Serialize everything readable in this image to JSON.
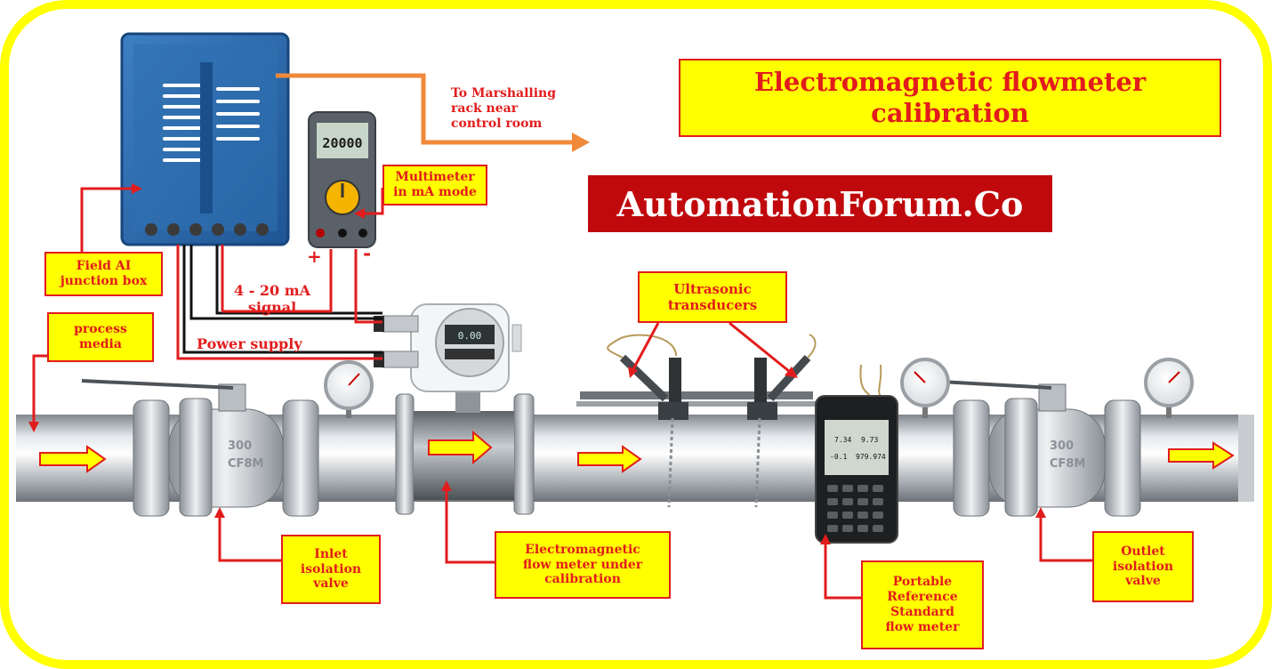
{
  "title": "Electromagnetic flowmeter calibration",
  "brand": "AutomationForum.Co",
  "colors": {
    "border": "#ffff00",
    "callout_fill": "#ffff00",
    "callout_text": "#e21c1c",
    "brand_bg": "#c0090c",
    "brand_text": "#ffffff",
    "leader": "#e21c1c",
    "marshalling_arrow": "#f08a3a"
  },
  "labels": {
    "marshalling": "To Marshalling\nrack near\ncontrol room",
    "multimeter": "Multimeter\nin mA mode",
    "plus": "+",
    "minus": "-",
    "field_ai": "Field AI\njunction box",
    "signal": "4 - 20 mA\nsignal",
    "process_media": "process\nmedia",
    "power_supply": "Power supply",
    "ultrasonic": "Ultrasonic\ntransducers",
    "inlet_valve": "Inlet\nisolation\nvalve",
    "em_meter": "Electromagnetic\nflow meter under\ncalibration",
    "reference_meter": "Portable\nReference\nStandard\nflow meter",
    "outlet_valve": "Outlet\nisolation\nvalve"
  },
  "devices": {
    "multimeter_display": "20000",
    "transmitter_display": "0.00",
    "handheld_readings": [
      "7.34",
      "9.73",
      "-0.1",
      "979.974"
    ]
  },
  "icons": [
    "junction-box-icon",
    "multimeter-icon",
    "transmitter-icon",
    "ball-valve-icon",
    "pressure-gauge-icon",
    "flow-direction-arrow-icon",
    "ultrasonic-clamp-icon",
    "handheld-flowmeter-icon"
  ]
}
